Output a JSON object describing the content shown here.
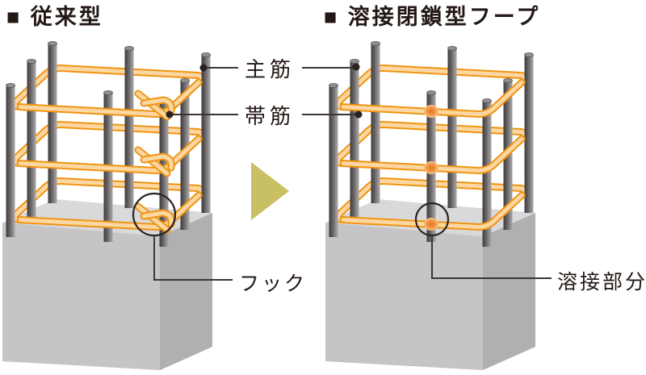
{
  "figure": {
    "kind": "construction-method-comparison-diagram",
    "panels": {
      "left": {
        "title": "■ 従来型"
      },
      "right": {
        "title": "■ 溶接閉鎖型フープ"
      }
    },
    "annotations": {
      "main_bar": {
        "label": "主筋"
      },
      "hoop_bar": {
        "label": "帯筋"
      },
      "hook": {
        "label": "フック"
      },
      "weld": {
        "label": "溶接部分"
      }
    }
  },
  "colors": {
    "background": "#ffffff",
    "text": "#231815",
    "leader_line": "#3c3633",
    "hoop_outline": "#ef9412",
    "hoop_fill": "#fcd7a2",
    "rebar_dark": "#3f3b3c",
    "rebar_light": "#a8a5a6",
    "concrete_top": "#d9d9db",
    "concrete_front": "#c5c5c7",
    "concrete_side": "#b0b0b3",
    "weld_spot": "#e97722",
    "arrow": "#c9c063"
  }
}
